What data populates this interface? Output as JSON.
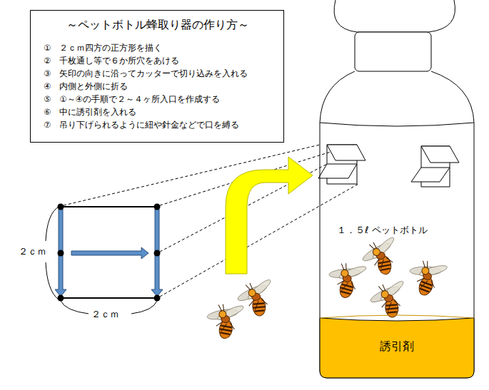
{
  "diagram": {
    "nodes": [
      {
        "text": [
          "～ペットボトル蜂取り器の作り方～",
          "①　２ｃｍ四方の正方形を描く",
          "②　千枚通し等で６か所穴をあける",
          "③　矢印の向きに沿ってカッターで切り込みを入れる",
          "④　内側と外側に折る",
          "⑤　①～④の手順で２～４ヶ所入口を作成する",
          "⑥　中に誘引剤を入れる",
          "⑦　吊り下げられるように紐や針金などで口を縛る"
        ]
      },
      {
        "text": [
          "１．５ℓ ペットボトル"
        ]
      },
      {
        "text": [
          "誘引剤"
        ],
        "in": 1
      }
    ],
    "labels": [
      "２ｃｍ",
      "２ｃｍ"
    ]
  }
}
